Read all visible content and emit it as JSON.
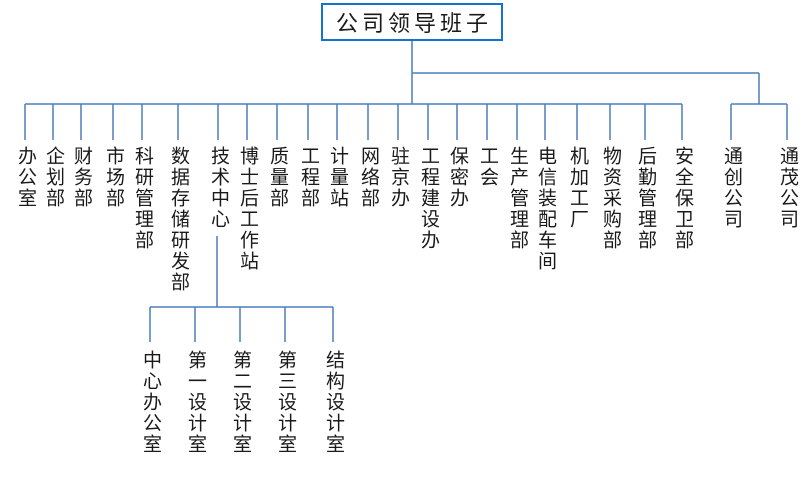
{
  "colors": {
    "box_border": "#1573d0",
    "line": "#4a7ebd",
    "text": "#1a1a1a",
    "background": "#ffffff"
  },
  "org": {
    "root": {
      "label": "公司领导班子"
    },
    "departments": [
      "办公室",
      "企划部",
      "财务部",
      "市场部",
      "科研管理部",
      "数据存储研发部",
      "技术中心",
      "博士后工作站",
      "质量部",
      "工程部",
      "计量站",
      "网络部",
      "驻京办",
      "工程建设办",
      "保密办",
      "工会",
      "生产管理部",
      "电信装配车间",
      "机加工厂",
      "物资采购部",
      "后勤管理部",
      "安全保卫部"
    ],
    "subsidiaries": [
      "通创公司",
      "通茂公司"
    ],
    "tech_center": {
      "parent": "技术中心",
      "children": [
        "中心办公室",
        "第一设计室",
        "第二设计室",
        "第三设计室",
        "结构设计室"
      ]
    }
  }
}
